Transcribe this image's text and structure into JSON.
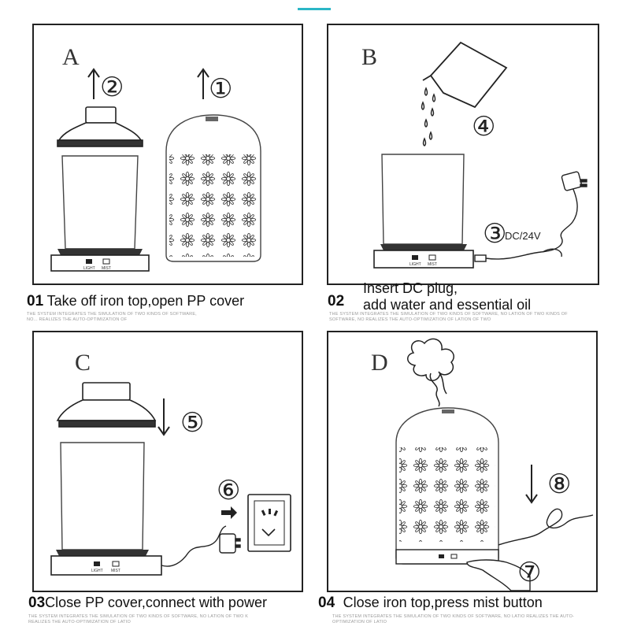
{
  "panels": [
    {
      "letter": "A",
      "num": "01",
      "caption": "Take off iron top,open PP cover",
      "step_left": "②",
      "step_right": "①"
    },
    {
      "letter": "B",
      "num": "02",
      "caption_line1": "Insert DC plug,",
      "caption_line2": "add water and essential oil",
      "step_water": "④",
      "step_plug": "③",
      "dc_label": "DC/24V"
    },
    {
      "letter": "C",
      "num": "03",
      "caption": "Close PP cover,connect with power",
      "step_cover": "⑤",
      "step_socket": "⑥"
    },
    {
      "letter": "D",
      "num": "04",
      "caption": "Close iron top,press mist button",
      "step_cable": "⑧",
      "step_press": "⑦"
    }
  ],
  "base_labels": {
    "light": "LIGHT",
    "mist": "MIST"
  },
  "fine_print": {
    "p1": "THE SYSTEM INTEGRATES THE SIMULATION OF TWO KINDS OF SOFTWARE, NO... REALIZES THE AUTO-OPTIMIZATION OF",
    "p2": "THE SYSTEM INTEGRATES THE SIMULATION OF TWO KINDS OF SOFTWARE, NO LATION OF TWO KINDS OF SOFTWARE, NO REALIZES THE AUTO-OPTIMIZATION OF LATION OF TWO",
    "p3": "THE SYSTEM INTEGRATES THE SIMULATION OF TWO KINDS OF SOFTWARE, NO LATION OF TWO K REALIZES THE AUTO-OPTIMIZATION OF LATIO",
    "p4": "THE SYSTEM INTEGRATES THE SIMULATION OF TWO KINDS OF SOFTWARE, NO LATIO REALIZES THE AUTO-OPTIMIZATION OF LATIO"
  },
  "colors": {
    "line": "#222222",
    "border": "#222222",
    "accent": "#2bb6c6",
    "fine_print": "#9a9a9a"
  }
}
